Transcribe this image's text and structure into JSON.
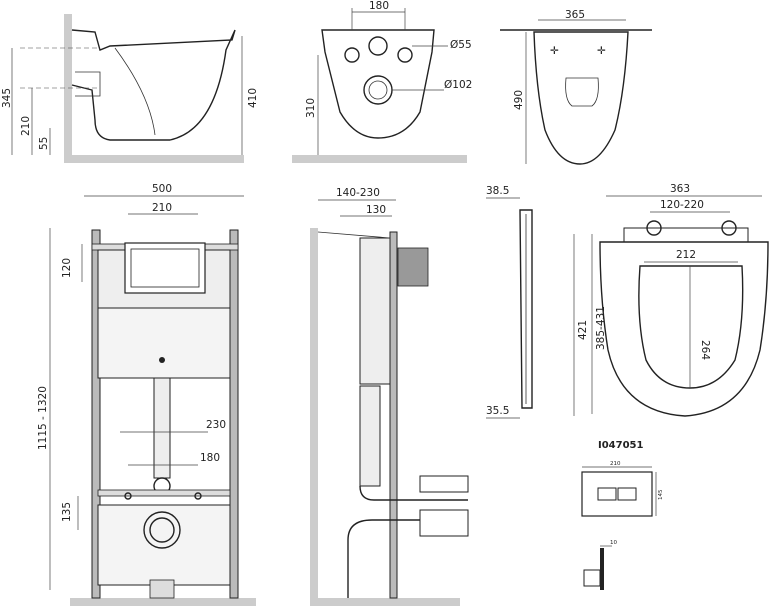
{
  "product_code": "I047051",
  "side_view": {
    "h345": "345",
    "h210": "210",
    "h55": "55",
    "h410": "410"
  },
  "bowl_rear_view": {
    "w180": "180",
    "d55": "Ø55",
    "d102": "Ø102",
    "h310": "310"
  },
  "bowl_top_view": {
    "w365": "365",
    "h490": "490"
  },
  "frame_front_view": {
    "w500": "500",
    "w210": "210",
    "h120": "120",
    "h1115_1320": "1115 - 1320",
    "w230": "230",
    "w180": "180",
    "h135": "135"
  },
  "frame_side_view": {
    "w140_230": "140-230",
    "w130": "130"
  },
  "seat_side_view": {
    "t38_5": "38.5",
    "t35_5": "35.5"
  },
  "seat_top_view": {
    "w363": "363",
    "w120_220": "120-220",
    "w212": "212",
    "h385_431": "385-431",
    "h421": "421",
    "h264": "264"
  },
  "flush_plate": {
    "w210": "210",
    "h145": "145",
    "t10": "10"
  }
}
